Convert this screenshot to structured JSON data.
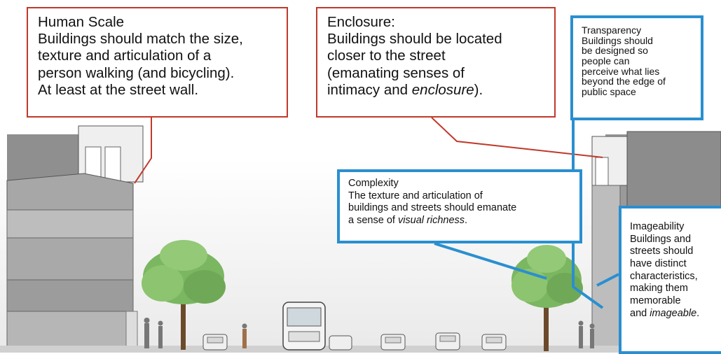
{
  "callouts": {
    "human_scale": {
      "heading": "Human Scale",
      "lines": [
        "Buildings should match the size,",
        "texture and articulation of a",
        "person walking  (and bicycling).",
        "At least at the street wall."
      ]
    },
    "enclosure": {
      "heading": "Enclosure:",
      "lines": [
        "Buildings should be located",
        "closer to the street",
        "(emanating senses of"
      ],
      "last_line_prefix": "intimacy and ",
      "last_line_emphasis": "enclosure",
      "last_line_suffix": ")."
    },
    "transparency": {
      "heading": "Transparency",
      "lines": [
        "Buildings should",
        "be designed so",
        "people can",
        "perceive what lies",
        "beyond the edge of",
        "public space"
      ]
    },
    "complexity": {
      "heading": "Complexity",
      "lines": [
        "The texture and articulation of",
        "buildings and streets should emanate"
      ],
      "last_line_prefix": "a sense of ",
      "last_line_emphasis": "visual richness",
      "last_line_suffix": "."
    },
    "imageability": {
      "heading": "Imageability",
      "lines": [
        "Buildings and",
        "streets should",
        "have distinct",
        "characteristics,",
        "making them",
        "memorable"
      ],
      "last_line_prefix": "and ",
      "last_line_emphasis": "imageable",
      "last_line_suffix": "."
    }
  },
  "colors": {
    "red_border": "#c0392b",
    "blue_border": "#2a8fd0",
    "building_dark": "#8a8a8a",
    "building_mid": "#a9a9a9",
    "tree_green": "#7bb661",
    "trunk": "#6b4a2b"
  }
}
